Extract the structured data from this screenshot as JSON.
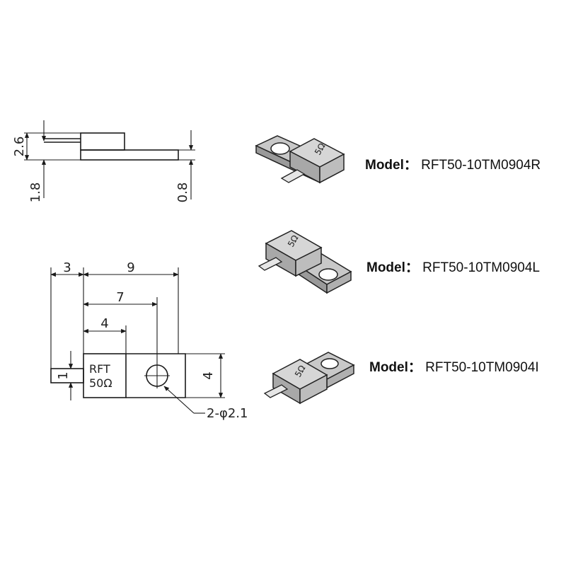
{
  "side_view": {
    "dim_total": "2.6",
    "dim_body": "1.8",
    "dim_tab": "0.8"
  },
  "top_view": {
    "dim_3": "3",
    "dim_9": "9",
    "dim_7": "7",
    "dim_4_top": "4",
    "dim_1": "1",
    "dim_4_right": "4",
    "label_line1": "RFT",
    "label_line2": "50Ω",
    "hole_callout": "2-φ2.1"
  },
  "models": [
    {
      "key": "Model：",
      "name": "RFT50-10TM0904R"
    },
    {
      "key": "Model：",
      "name": "RFT50-10TM0904L"
    },
    {
      "key": "Model：",
      "name": "RFT50-10TM0904I"
    }
  ],
  "chip_marking": "5Ω"
}
